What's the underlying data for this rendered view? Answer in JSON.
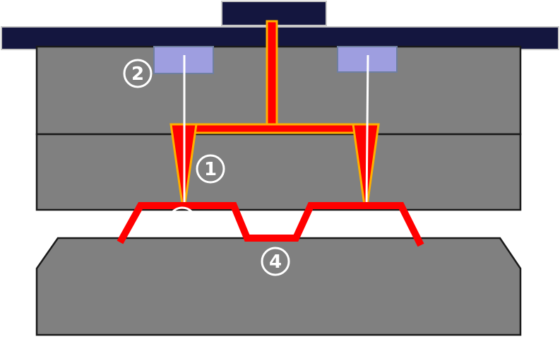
{
  "colors": {
    "background": "#ffffff",
    "clamp_plate": "#14163f",
    "mold_plate": "#808080",
    "plate_edge": "#1a1a1a",
    "runner_fill": "#ff0000",
    "runner_outline": "#ffb000",
    "part": "#ff0000",
    "heater": "#9e9ee0",
    "thermo_line": "#ffffff",
    "callout": "#ffffff"
  },
  "labels": {
    "hot_runner": "1",
    "heater": "2",
    "gate": "3",
    "part": "4"
  },
  "icons": {
    "callout_style": "circled-number"
  }
}
